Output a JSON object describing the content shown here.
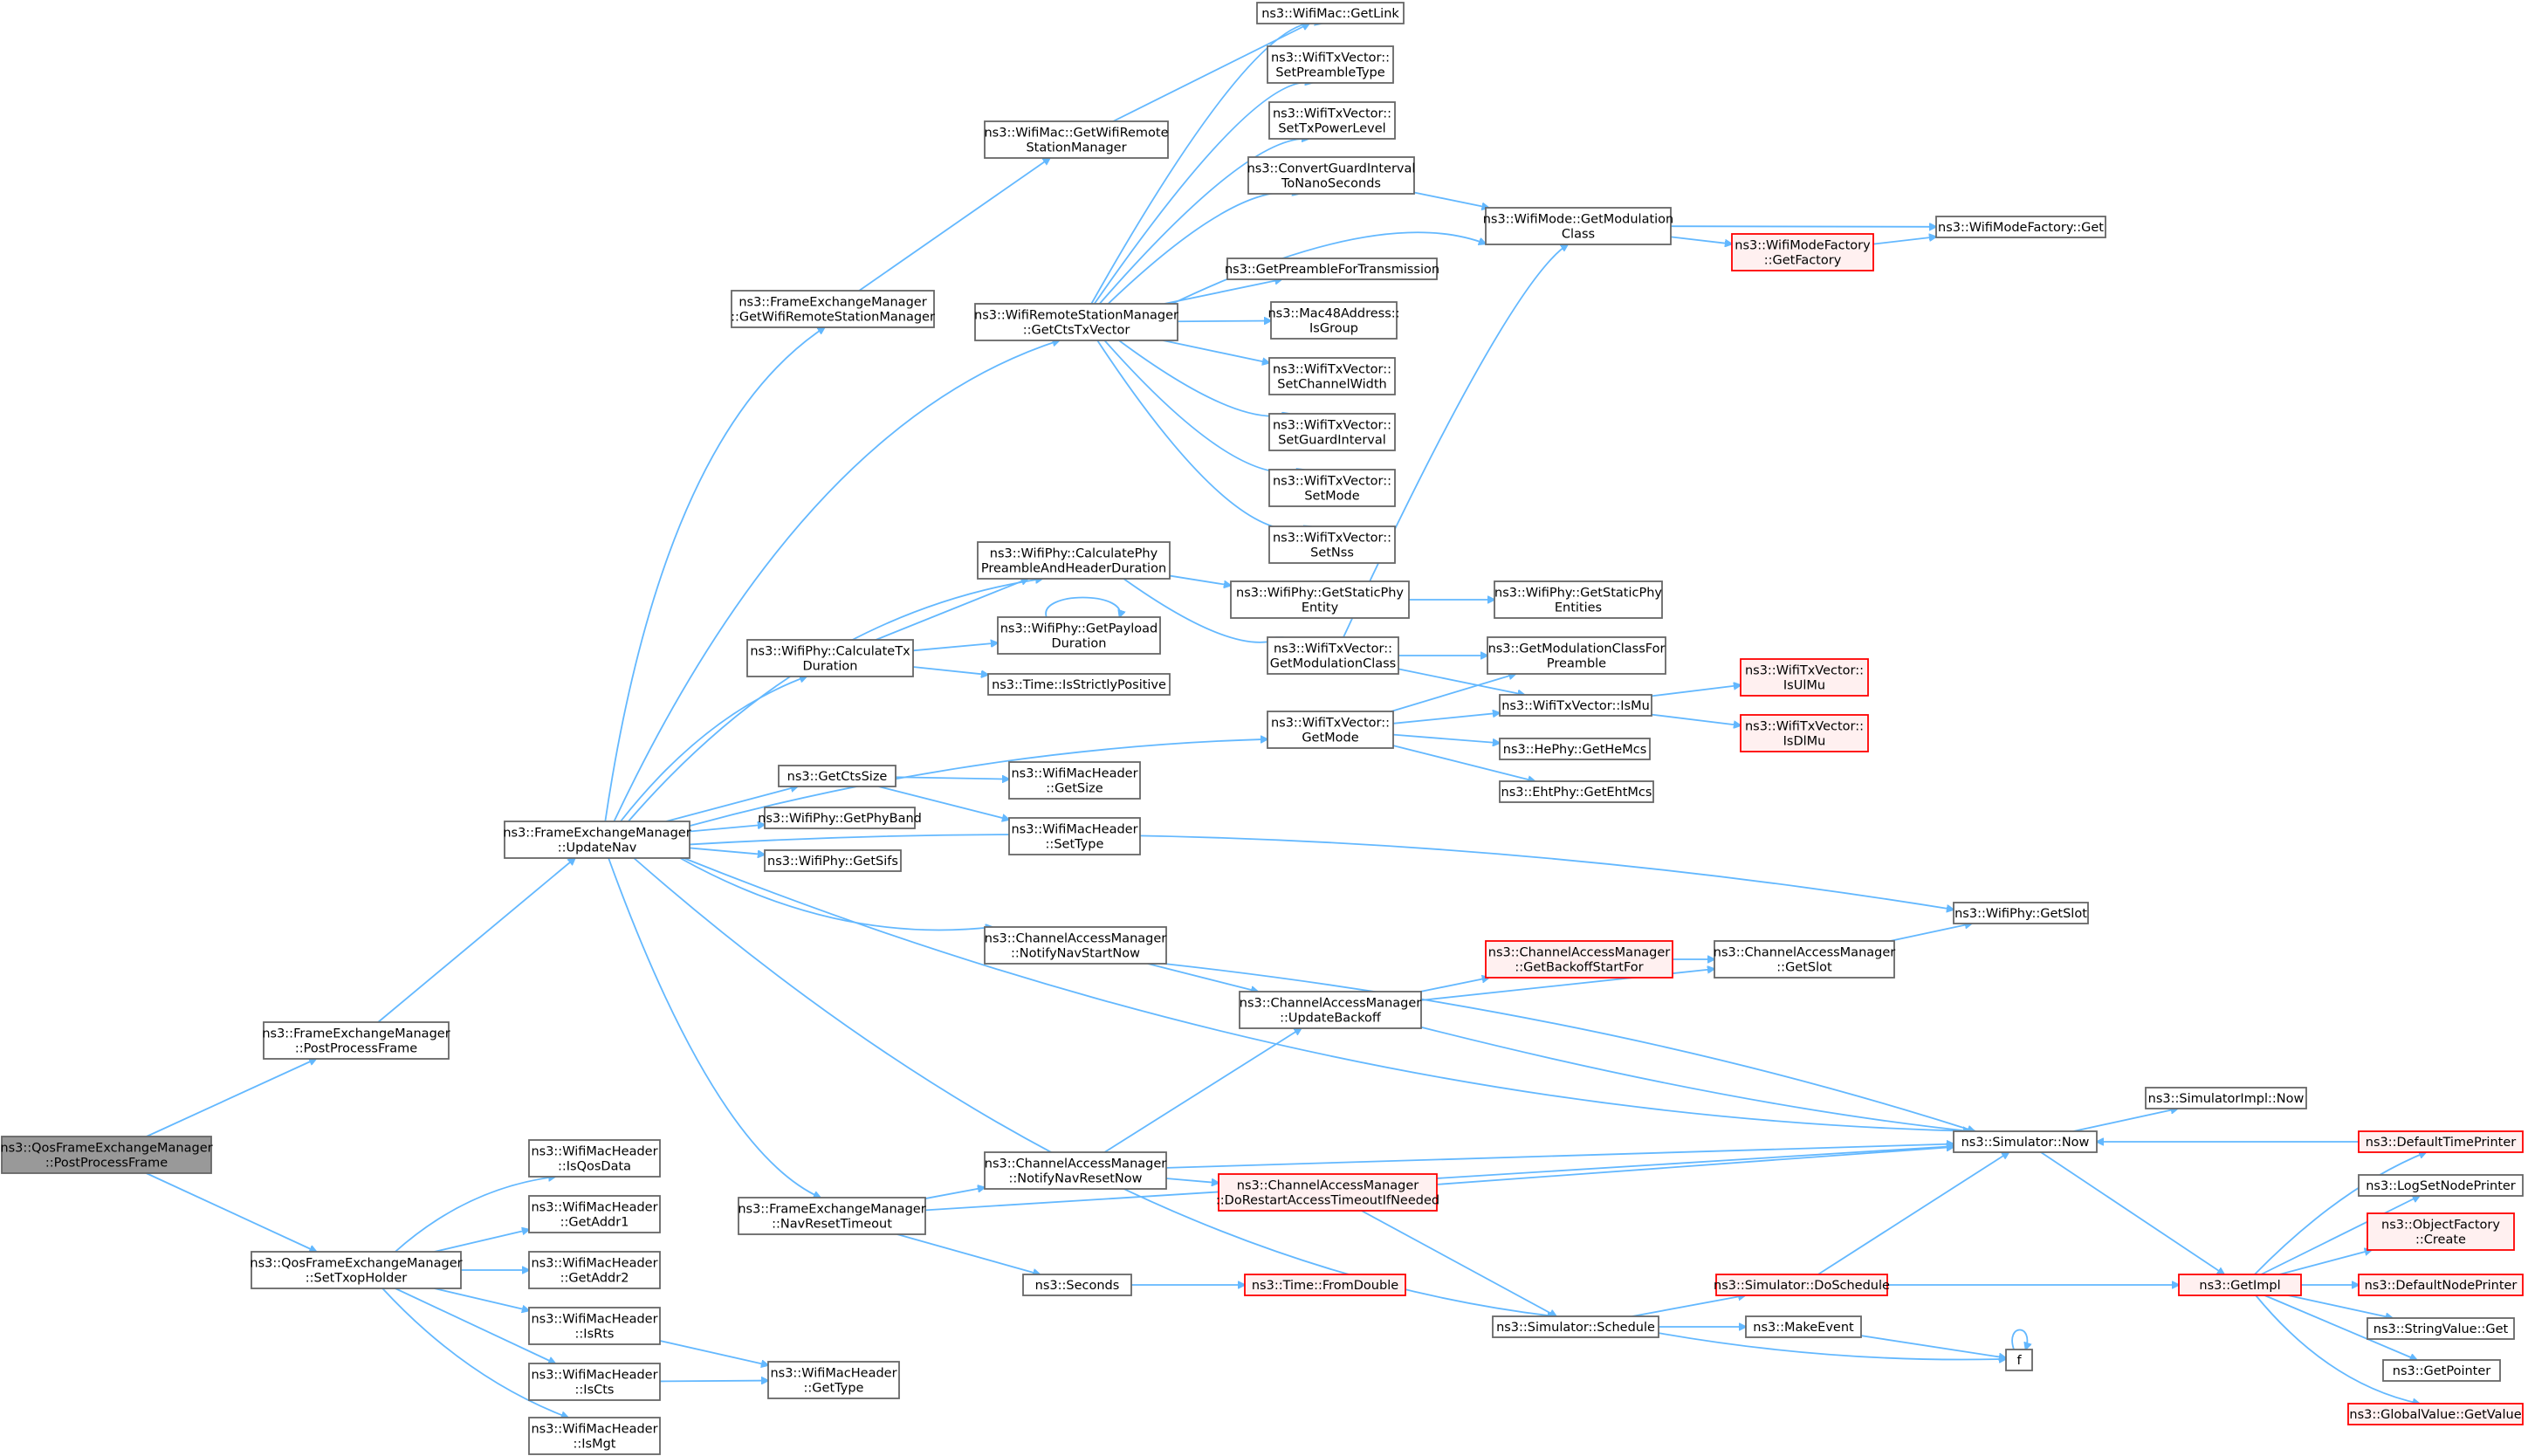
{
  "colors": {
    "edge": "#63b8ff",
    "node_border": "#666666",
    "root_fill": "#999999",
    "incomplete_border": "#ff0000",
    "incomplete_fill": "#fff0f0"
  },
  "nodes": [
    {
      "id": "root",
      "lines": [
        "ns3::QosFrameExchangeManager",
        "::PostProcessFrame"
      ],
      "kind": "root"
    },
    {
      "id": "fem_ppf",
      "lines": [
        "ns3::FrameExchangeManager",
        "::PostProcessFrame"
      ]
    },
    {
      "id": "qfem_sth",
      "lines": [
        "ns3::QosFrameExchangeManager",
        "::SetTxopHolder"
      ]
    },
    {
      "id": "fem_updnav",
      "lines": [
        "ns3::FrameExchangeManager",
        "::UpdateNav"
      ]
    },
    {
      "id": "fem_gwrsm",
      "lines": [
        "ns3::FrameExchangeManager",
        "::GetWifiRemoteStationManager"
      ]
    },
    {
      "id": "wm_gwrsm",
      "lines": [
        "ns3::WifiMac::GetWifiRemote",
        "StationManager"
      ]
    },
    {
      "id": "wm_getlink",
      "lines": [
        "ns3::WifiMac::GetLink"
      ]
    },
    {
      "id": "wrsm_gcts",
      "lines": [
        "ns3::WifiRemoteStationManager",
        "::GetCtsTxVector"
      ]
    },
    {
      "id": "tx_spt",
      "lines": [
        "ns3::WifiTxVector::",
        "SetPreambleType"
      ]
    },
    {
      "id": "tx_stpl",
      "lines": [
        "ns3::WifiTxVector::",
        "SetTxPowerLevel"
      ]
    },
    {
      "id": "cgi",
      "lines": [
        "ns3::ConvertGuardInterval",
        "ToNanoSeconds"
      ]
    },
    {
      "id": "gpft",
      "lines": [
        "ns3::GetPreambleForTransmission"
      ]
    },
    {
      "id": "mac48",
      "lines": [
        "ns3::Mac48Address::",
        "IsGroup"
      ]
    },
    {
      "id": "tx_scw",
      "lines": [
        "ns3::WifiTxVector::",
        "SetChannelWidth"
      ]
    },
    {
      "id": "tx_sgi",
      "lines": [
        "ns3::WifiTxVector::",
        "SetGuardInterval"
      ]
    },
    {
      "id": "tx_smode",
      "lines": [
        "ns3::WifiTxVector::",
        "SetMode"
      ]
    },
    {
      "id": "tx_snss",
      "lines": [
        "ns3::WifiTxVector::",
        "SetNss"
      ]
    },
    {
      "id": "wmode_gmc",
      "lines": [
        "ns3::WifiMode::GetModulation",
        "Class"
      ]
    },
    {
      "id": "wmf_gf",
      "lines": [
        "ns3::WifiModeFactory",
        "::GetFactory"
      ],
      "kind": "red"
    },
    {
      "id": "wmf_get",
      "lines": [
        "ns3::WifiModeFactory::Get"
      ]
    },
    {
      "id": "wp_cpphd",
      "lines": [
        "ns3::WifiPhy::CalculatePhy",
        "PreambleAndHeaderDuration"
      ]
    },
    {
      "id": "wp_gspe",
      "lines": [
        "ns3::WifiPhy::GetStaticPhy",
        "Entity"
      ]
    },
    {
      "id": "wp_gspes",
      "lines": [
        "ns3::WifiPhy::GetStaticPhy",
        "Entities"
      ]
    },
    {
      "id": "tx_gmc",
      "lines": [
        "ns3::WifiTxVector::",
        "GetModulationClass"
      ]
    },
    {
      "id": "gmcfp",
      "lines": [
        "ns3::GetModulationClassFor",
        "Preamble"
      ]
    },
    {
      "id": "wp_ctd",
      "lines": [
        "ns3::WifiPhy::CalculateTx",
        "Duration"
      ]
    },
    {
      "id": "wp_gpd",
      "lines": [
        "ns3::WifiPhy::GetPayload",
        "Duration"
      ]
    },
    {
      "id": "time_isp",
      "lines": [
        "ns3::Time::IsStrictlyPositive"
      ]
    },
    {
      "id": "tx_ismu",
      "lines": [
        "ns3::WifiTxVector::IsMu"
      ]
    },
    {
      "id": "tx_isulmu",
      "lines": [
        "ns3::WifiTxVector::",
        "IsUlMu"
      ],
      "kind": "red"
    },
    {
      "id": "tx_isdlmu",
      "lines": [
        "ns3::WifiTxVector::",
        "IsDlMu"
      ],
      "kind": "red"
    },
    {
      "id": "tx_getmode",
      "lines": [
        "ns3::WifiTxVector::",
        "GetMode"
      ]
    },
    {
      "id": "hephy",
      "lines": [
        "ns3::HePhy::GetHeMcs"
      ]
    },
    {
      "id": "ehtphy",
      "lines": [
        "ns3::EhtPhy::GetEhtMcs"
      ]
    },
    {
      "id": "getctssize",
      "lines": [
        "ns3::GetCtsSize"
      ]
    },
    {
      "id": "wmh_getsize",
      "lines": [
        "ns3::WifiMacHeader",
        "::GetSize"
      ]
    },
    {
      "id": "wmh_settype",
      "lines": [
        "ns3::WifiMacHeader",
        "::SetType"
      ]
    },
    {
      "id": "wp_gpb",
      "lines": [
        "ns3::WifiPhy::GetPhyBand"
      ]
    },
    {
      "id": "wp_gsifs",
      "lines": [
        "ns3::WifiPhy::GetSifs"
      ]
    },
    {
      "id": "wp_gslot",
      "lines": [
        "ns3::WifiPhy::GetSlot"
      ]
    },
    {
      "id": "cam_nnsn",
      "lines": [
        "ns3::ChannelAccessManager",
        "::NotifyNavStartNow"
      ]
    },
    {
      "id": "cam_gbsf",
      "lines": [
        "ns3::ChannelAccessManager",
        "::GetBackoffStartFor"
      ],
      "kind": "red"
    },
    {
      "id": "cam_gslot",
      "lines": [
        "ns3::ChannelAccessManager",
        "::GetSlot"
      ]
    },
    {
      "id": "cam_ub",
      "lines": [
        "ns3::ChannelAccessManager",
        "::UpdateBackoff"
      ]
    },
    {
      "id": "simimpl_now",
      "lines": [
        "ns3::SimulatorImpl::Now"
      ]
    },
    {
      "id": "sim_now",
      "lines": [
        "ns3::Simulator::Now"
      ]
    },
    {
      "id": "dtp",
      "lines": [
        "ns3::DefaultTimePrinter"
      ],
      "kind": "red"
    },
    {
      "id": "lsnp",
      "lines": [
        "ns3::LogSetNodePrinter"
      ]
    },
    {
      "id": "of_create",
      "lines": [
        "ns3::ObjectFactory",
        "::Create"
      ],
      "kind": "red"
    },
    {
      "id": "dnp",
      "lines": [
        "ns3::DefaultNodePrinter"
      ],
      "kind": "red"
    },
    {
      "id": "sv_get",
      "lines": [
        "ns3::StringValue::Get"
      ]
    },
    {
      "id": "getpointer",
      "lines": [
        "ns3::GetPointer"
      ]
    },
    {
      "id": "gv_getvalue",
      "lines": [
        "ns3::GlobalValue::GetValue"
      ],
      "kind": "red"
    },
    {
      "id": "getimpl",
      "lines": [
        "ns3::GetImpl"
      ],
      "kind": "red"
    },
    {
      "id": "cam_nnrn",
      "lines": [
        "ns3::ChannelAccessManager",
        "::NotifyNavResetNow"
      ]
    },
    {
      "id": "cam_drat",
      "lines": [
        "ns3::ChannelAccessManager",
        "::DoRestartAccessTimeoutIfNeeded"
      ],
      "kind": "red"
    },
    {
      "id": "fem_nrt",
      "lines": [
        "ns3::FrameExchangeManager",
        "::NavResetTimeout"
      ]
    },
    {
      "id": "seconds",
      "lines": [
        "ns3::Seconds"
      ]
    },
    {
      "id": "time_fd",
      "lines": [
        "ns3::Time::FromDouble"
      ],
      "kind": "red"
    },
    {
      "id": "sim_dosched",
      "lines": [
        "ns3::Simulator::DoSchedule"
      ],
      "kind": "red"
    },
    {
      "id": "sim_sched",
      "lines": [
        "ns3::Simulator::Schedule"
      ]
    },
    {
      "id": "makeevent",
      "lines": [
        "ns3::MakeEvent"
      ]
    },
    {
      "id": "f",
      "lines": [
        "f"
      ]
    },
    {
      "id": "wmh_isqos",
      "lines": [
        "ns3::WifiMacHeader",
        "::IsQosData"
      ]
    },
    {
      "id": "wmh_ga1",
      "lines": [
        "ns3::WifiMacHeader",
        "::GetAddr1"
      ]
    },
    {
      "id": "wmh_ga2",
      "lines": [
        "ns3::WifiMacHeader",
        "::GetAddr2"
      ]
    },
    {
      "id": "wmh_isrts",
      "lines": [
        "ns3::WifiMacHeader",
        "::IsRts"
      ]
    },
    {
      "id": "wmh_iscts",
      "lines": [
        "ns3::WifiMacHeader",
        "::IsCts"
      ]
    },
    {
      "id": "wmh_ismgt",
      "lines": [
        "ns3::WifiMacHeader",
        "::IsMgt"
      ]
    },
    {
      "id": "wmh_gettype",
      "lines": [
        "ns3::WifiMacHeader",
        "::GetType"
      ]
    }
  ],
  "edges": [
    [
      "root",
      "fem_ppf"
    ],
    [
      "root",
      "qfem_sth"
    ],
    [
      "fem_ppf",
      "fem_updnav"
    ],
    [
      "fem_updnav",
      "fem_gwrsm"
    ],
    [
      "fem_updnav",
      "wrsm_gcts"
    ],
    [
      "fem_updnav",
      "wp_cpphd"
    ],
    [
      "fem_updnav",
      "wp_ctd"
    ],
    [
      "fem_updnav",
      "tx_getmode"
    ],
    [
      "fem_updnav",
      "getctssize"
    ],
    [
      "fem_updnav",
      "wp_gpb"
    ],
    [
      "fem_updnav",
      "wp_gsifs"
    ],
    [
      "fem_updnav",
      "wp_gslot"
    ],
    [
      "fem_updnav",
      "cam_nnsn"
    ],
    [
      "fem_updnav",
      "sim_now"
    ],
    [
      "fem_updnav",
      "fem_nrt"
    ],
    [
      "fem_updnav",
      "sim_sched"
    ],
    [
      "fem_gwrsm",
      "wm_gwrsm"
    ],
    [
      "wm_gwrsm",
      "wm_getlink"
    ],
    [
      "wrsm_gcts",
      "wm_getlink"
    ],
    [
      "wrsm_gcts",
      "tx_spt"
    ],
    [
      "wrsm_gcts",
      "tx_stpl"
    ],
    [
      "wrsm_gcts",
      "cgi"
    ],
    [
      "wrsm_gcts",
      "wmode_gmc"
    ],
    [
      "wrsm_gcts",
      "gpft"
    ],
    [
      "wrsm_gcts",
      "mac48"
    ],
    [
      "wrsm_gcts",
      "tx_scw"
    ],
    [
      "wrsm_gcts",
      "tx_sgi"
    ],
    [
      "wrsm_gcts",
      "tx_smode"
    ],
    [
      "wrsm_gcts",
      "tx_snss"
    ],
    [
      "cgi",
      "wmode_gmc"
    ],
    [
      "wmode_gmc",
      "wmf_gf"
    ],
    [
      "wmode_gmc",
      "wmf_get"
    ],
    [
      "wmf_gf",
      "wmf_get"
    ],
    [
      "wp_cpphd",
      "wp_gspe"
    ],
    [
      "wp_cpphd",
      "tx_gmc"
    ],
    [
      "wp_gspe",
      "wp_gspes"
    ],
    [
      "tx_gmc",
      "wmode_gmc"
    ],
    [
      "tx_gmc",
      "gmcfp"
    ],
    [
      "tx_gmc",
      "tx_ismu"
    ],
    [
      "wp_ctd",
      "wp_cpphd"
    ],
    [
      "wp_ctd",
      "wp_gpd"
    ],
    [
      "wp_ctd",
      "time_isp"
    ],
    [
      "wp_gpd",
      "wp_gpd"
    ],
    [
      "tx_getmode",
      "gmcfp"
    ],
    [
      "tx_getmode",
      "tx_ismu"
    ],
    [
      "tx_getmode",
      "hephy"
    ],
    [
      "tx_getmode",
      "ehtphy"
    ],
    [
      "tx_ismu",
      "tx_isulmu"
    ],
    [
      "tx_ismu",
      "tx_isdlmu"
    ],
    [
      "getctssize",
      "wmh_getsize"
    ],
    [
      "getctssize",
      "wmh_settype"
    ],
    [
      "cam_nnsn",
      "sim_now"
    ],
    [
      "cam_nnsn",
      "cam_ub"
    ],
    [
      "cam_ub",
      "cam_gbsf"
    ],
    [
      "cam_ub",
      "cam_gslot"
    ],
    [
      "cam_ub",
      "sim_now"
    ],
    [
      "cam_gbsf",
      "cam_gslot"
    ],
    [
      "cam_gslot",
      "wp_gslot"
    ],
    [
      "sim_now",
      "simimpl_now"
    ],
    [
      "sim_now",
      "getimpl"
    ],
    [
      "dtp",
      "sim_now"
    ],
    [
      "getimpl",
      "dtp"
    ],
    [
      "getimpl",
      "lsnp"
    ],
    [
      "getimpl",
      "of_create"
    ],
    [
      "getimpl",
      "dnp"
    ],
    [
      "getimpl",
      "sv_get"
    ],
    [
      "getimpl",
      "getpointer"
    ],
    [
      "getimpl",
      "gv_getvalue"
    ],
    [
      "fem_nrt",
      "cam_nnrn"
    ],
    [
      "fem_nrt",
      "sim_now"
    ],
    [
      "fem_nrt",
      "seconds"
    ],
    [
      "cam_nnrn",
      "cam_ub"
    ],
    [
      "cam_nnrn",
      "sim_now"
    ],
    [
      "cam_nnrn",
      "cam_drat"
    ],
    [
      "cam_drat",
      "sim_now"
    ],
    [
      "cam_drat",
      "sim_sched"
    ],
    [
      "seconds",
      "time_fd"
    ],
    [
      "sim_sched",
      "sim_dosched"
    ],
    [
      "sim_sched",
      "makeevent"
    ],
    [
      "sim_sched",
      "f"
    ],
    [
      "sim_dosched",
      "sim_now"
    ],
    [
      "sim_dosched",
      "getimpl"
    ],
    [
      "makeevent",
      "f"
    ],
    [
      "f",
      "f"
    ],
    [
      "qfem_sth",
      "wmh_isqos"
    ],
    [
      "qfem_sth",
      "wmh_ga1"
    ],
    [
      "qfem_sth",
      "wmh_ga2"
    ],
    [
      "qfem_sth",
      "wmh_isrts"
    ],
    [
      "qfem_sth",
      "wmh_iscts"
    ],
    [
      "qfem_sth",
      "wmh_ismgt"
    ],
    [
      "wmh_isrts",
      "wmh_gettype"
    ],
    [
      "wmh_iscts",
      "wmh_gettype"
    ]
  ]
}
